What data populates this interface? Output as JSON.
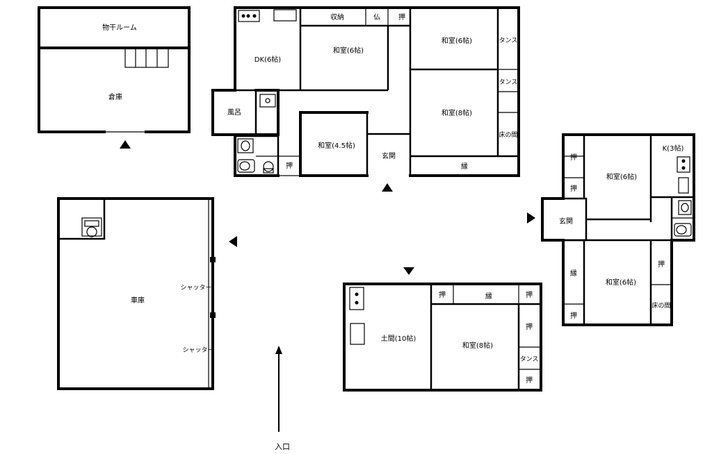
{
  "buildings": {
    "warehouse": {
      "drying_room": "物干ルーム",
      "storage": "倉庫"
    },
    "main_house": {
      "dk": "DK(6帖)",
      "storage_closet": "収納",
      "altar": "仏",
      "closet_a": "押",
      "washitsu_6_a": "和室(6帖)",
      "washitsu_6_b": "和室(6帖)",
      "tansu_a": "タンス",
      "tansu_b": "タンス",
      "washitsu_8": "和室(8帖)",
      "bath": "風呂",
      "washitsu_4_5": "和室(4.5帖)",
      "entrance": "玄関",
      "tokonoma": "床の間",
      "closet_b": "押",
      "engawa": "縁"
    },
    "garage": {
      "label": "車庫",
      "shutter_1": "シャッター",
      "shutter_2": "シャッター"
    },
    "annex_right": {
      "closet_1": "押",
      "closet_2": "押",
      "washitsu_6_top": "和室(6帖)",
      "kitchen": "K(3帖)",
      "entrance": "玄関",
      "engawa": "縁",
      "washitsu_6_bottom": "和室(6帖)",
      "closet_3": "押",
      "tokonoma": "床の間",
      "closet_4": "押"
    },
    "annex_bottom": {
      "doma": "土間(10帖)",
      "closet_1": "押",
      "engawa": "縁",
      "closet_2": "押",
      "washitsu_8": "和室(8帖)",
      "closet_3": "押",
      "tansu": "タンス",
      "closet_4": "押"
    }
  },
  "site": {
    "entrance_label": "入口"
  },
  "markers": {
    "warehouse_entry": "arrow-up",
    "main_house_entry": "arrow-up",
    "garage_entry": "arrow-left",
    "annex_right_entry": "arrow-right",
    "annex_bottom_entry": "arrow-down"
  }
}
